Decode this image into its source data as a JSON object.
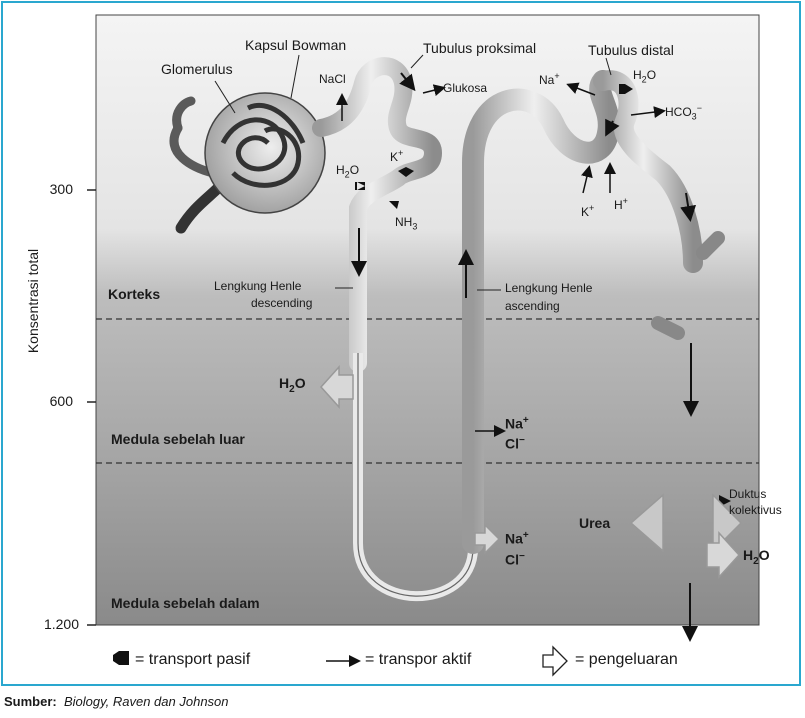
{
  "yaxis": {
    "label": "Konsentrasi total",
    "ticks": [
      "300",
      "600",
      "1.200"
    ]
  },
  "zones": {
    "cortex": "Korteks",
    "outer": "Medula sebelah luar",
    "inner": "Medula sebelah dalam"
  },
  "labels": {
    "bowman": "Kapsul Bowman",
    "glomerulus": "Glomerulus",
    "proximal": "Tubulus proksimal",
    "distal": "Tubulus distal",
    "nacl": "NaCl",
    "glucose": "Glukosa",
    "k_prox": "K",
    "h2o_prox": "H",
    "nh3": "NH",
    "na_dist": "Na",
    "h2o_dist": "H",
    "hco3": "HCO",
    "k_dist": "K",
    "h_dist": "H",
    "desc_1": "Lengkung Henle",
    "desc_2": "descending",
    "asc_1": "Lengkung Henle",
    "asc_2": "ascending",
    "h2o_out": "H",
    "na_outer": "Na",
    "cl_outer": "Cl",
    "na_inner": "Na",
    "cl_inner": "Cl",
    "urea": "Urea",
    "h2o_duct": "H",
    "duct_1": "Duktus",
    "duct_2": "kolektivus"
  },
  "legend": {
    "passive": "= transport pasif",
    "active": "= transpor aktif",
    "release": "= pengeluaran"
  },
  "source": {
    "prefix": "Sumber:",
    "text": "Biology, Raven dan Johnson"
  }
}
